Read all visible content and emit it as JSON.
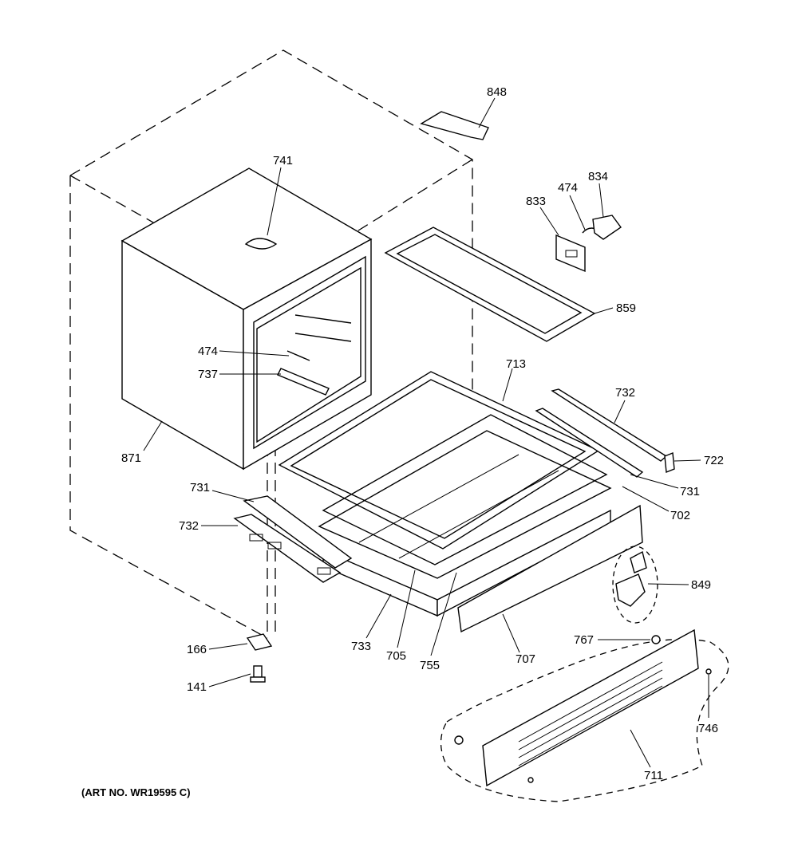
{
  "diagram": {
    "art_number": "(ART NO. WR19595 C)",
    "parts": {
      "p848": "848",
      "p741": "741",
      "p833": "833",
      "p474_top": "474",
      "p834": "834",
      "p859": "859",
      "p474_left": "474",
      "p737": "737",
      "p713": "713",
      "p732_right": "732",
      "p722": "722",
      "p871": "871",
      "p731_right": "731",
      "p702": "702",
      "p731_left": "731",
      "p732_left": "732",
      "p849": "849",
      "p767": "767",
      "p166": "166",
      "p733": "733",
      "p705": "705",
      "p755": "755",
      "p707": "707",
      "p141": "141",
      "p746": "746",
      "p711": "711"
    }
  }
}
